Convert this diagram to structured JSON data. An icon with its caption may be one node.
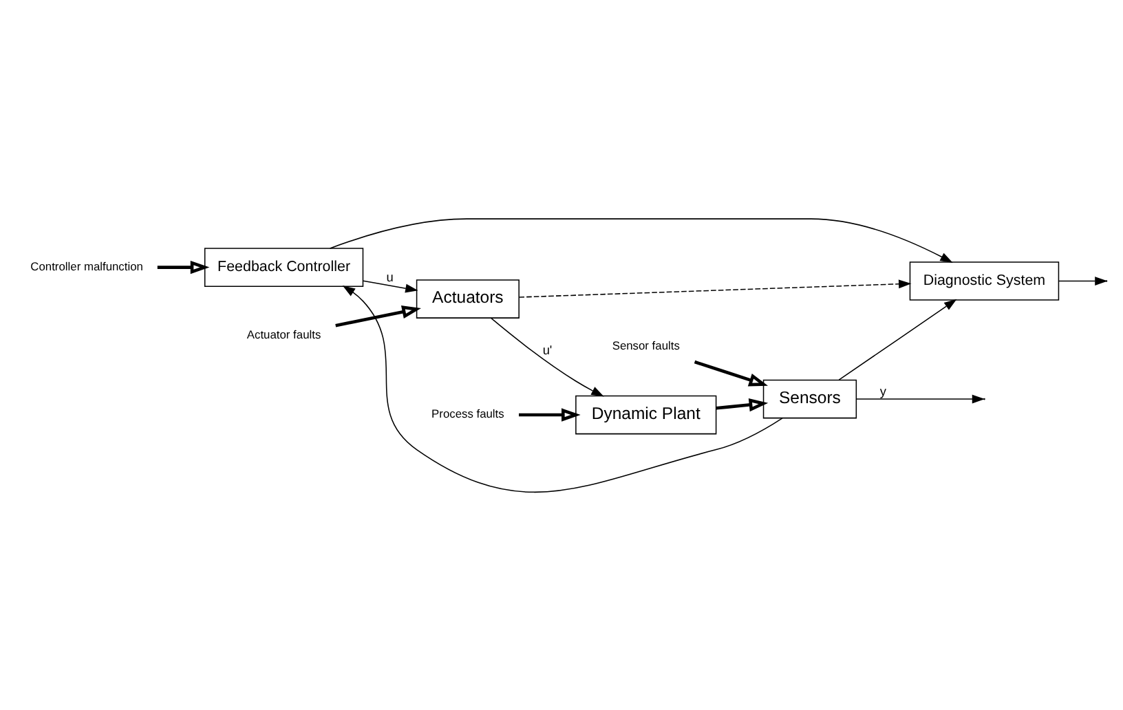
{
  "diagram": {
    "nodes": [
      {
        "text": [
          "Feedback Controller"
        ]
      },
      {
        "text": [
          "Controller malfunction"
        ]
      },
      {
        "text": [
          "Actuators"
        ]
      },
      {
        "text": [
          "Actuator faults"
        ]
      },
      {
        "text": [
          "Process faults"
        ]
      },
      {
        "text": [
          "Sensor faults"
        ]
      },
      {
        "text": [
          "Dynamic Plant"
        ]
      },
      {
        "text": [
          "Sensors"
        ]
      },
      {
        "text": [
          "Diagnostic System"
        ]
      }
    ],
    "edges": [
      {
        "from": 0,
        "to": 2,
        "arrow": "to",
        "label": "u"
      },
      {
        "from": 0,
        "to": 8,
        "arrow": "to"
      },
      {
        "from": 1,
        "to": 0,
        "arrow": "to",
        "style": "thick"
      },
      {
        "from": 3,
        "to": 2,
        "arrow": "to",
        "style": "thick"
      },
      {
        "from": 2,
        "to": 6,
        "arrow": "to",
        "label": "u'"
      },
      {
        "from": 2,
        "to": 8,
        "arrow": "to",
        "style": "dashed"
      },
      {
        "from": 4,
        "to": 6,
        "arrow": "to",
        "style": "thick"
      },
      {
        "from": 5,
        "to": 7,
        "arrow": "to",
        "style": "thick"
      },
      {
        "from": 6,
        "to": 7,
        "arrow": "to",
        "style": "thick"
      },
      {
        "from": 7,
        "to": null,
        "arrow": "to",
        "label": "y"
      },
      {
        "from": 7,
        "to": 0,
        "arrow": "to"
      },
      {
        "from": 7,
        "to": 8,
        "arrow": "to"
      },
      {
        "from": 8,
        "to": null,
        "arrow": "to"
      }
    ]
  }
}
